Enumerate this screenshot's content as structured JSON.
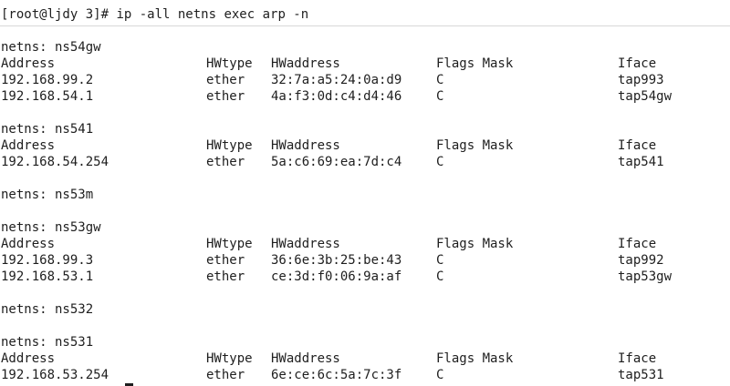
{
  "terminal": {
    "prompt": "[root@ljdy 3]# ",
    "command": "ip -all netns exec arp -n",
    "headers": {
      "address": "Address",
      "hwtype": "HWtype",
      "hwaddress": "HWaddress",
      "flags_mask": "Flags Mask",
      "iface": "Iface"
    },
    "namespaces": [
      {
        "label": "netns: ns54gw",
        "entries": [
          {
            "address": "192.168.99.2",
            "hwtype": "ether",
            "hwaddress": "32:7a:a5:24:0a:d9",
            "flags": "C",
            "iface": "tap993"
          },
          {
            "address": "192.168.54.1",
            "hwtype": "ether",
            "hwaddress": "4a:f3:0d:c4:d4:46",
            "flags": "C",
            "iface": "tap54gw"
          }
        ]
      },
      {
        "label": "netns: ns541",
        "entries": [
          {
            "address": "192.168.54.254",
            "hwtype": "ether",
            "hwaddress": "5a:c6:69:ea:7d:c4",
            "flags": "C",
            "iface": "tap541"
          }
        ]
      },
      {
        "label": "netns: ns53m",
        "entries": []
      },
      {
        "label": "netns: ns53gw",
        "entries": [
          {
            "address": "192.168.99.3",
            "hwtype": "ether",
            "hwaddress": "36:6e:3b:25:be:43",
            "flags": "C",
            "iface": "tap992"
          },
          {
            "address": "192.168.53.1",
            "hwtype": "ether",
            "hwaddress": "ce:3d:f0:06:9a:af",
            "flags": "C",
            "iface": "tap53gw"
          }
        ]
      },
      {
        "label": "netns: ns532",
        "entries": []
      },
      {
        "label": "netns: ns531",
        "entries": [
          {
            "address": "192.168.53.254",
            "hwtype": "ether",
            "hwaddress": "6e:ce:6c:5a:7c:3f",
            "flags": "C",
            "iface": "tap531"
          }
        ]
      }
    ],
    "colors": {
      "background": "#ffffff",
      "text": "#1e1e1e"
    }
  }
}
